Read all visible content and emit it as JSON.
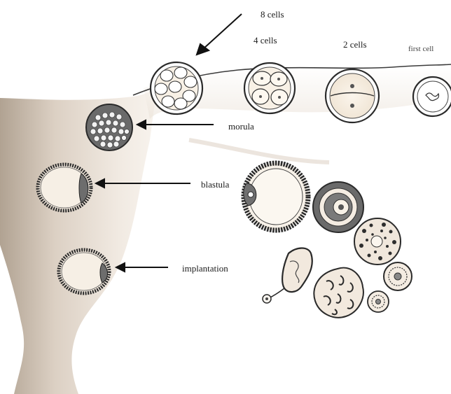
{
  "labels": {
    "eight_cells": "8 cells",
    "four_cells": "4 cells",
    "two_cells": "2 cells",
    "first_cell": "first cell",
    "morula": "morula",
    "blastula": "blastula",
    "implantation": "implantation"
  },
  "colors": {
    "uterus_shade": "#c9b9a6",
    "cell_stroke": "#2a2a2a",
    "ink": "#1b1b1b"
  }
}
